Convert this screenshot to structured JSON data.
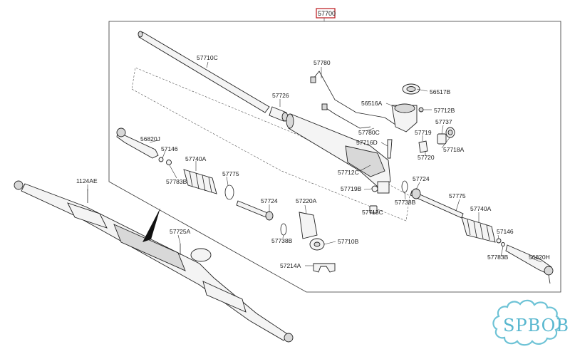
{
  "assembly_label": "57700",
  "watermark_text": "SPBOB",
  "colors": {
    "assembly_box": "#c0262b",
    "watermark": "#58b7cf"
  },
  "callouts": {
    "c57710C": "57710C",
    "c57726": "57726",
    "c57780": "57780",
    "c56517B": "56517B",
    "c56516A": "56516A",
    "c57712B": "57712B",
    "c57780C": "57780C",
    "c57737": "57737",
    "c57719": "57719",
    "c57716D": "57716D",
    "c57718A": "57718A",
    "c57720": "57720",
    "c57712C": "57712C",
    "c56820J": "56820J",
    "c57146_l": "57146",
    "c57740A_l": "57740A",
    "c57783B_l": "57783B",
    "c57775_l": "57775",
    "c1124AE": "1124AE",
    "c57724_c": "57724",
    "c57220A": "57220A",
    "c57724_r": "57724",
    "c57719B": "57719B",
    "c57738B_r": "57738B",
    "c57713C": "57713C",
    "c57775_r": "57775",
    "c57740A_r": "57740A",
    "c57738B_c": "57738B",
    "c57710B": "57710B",
    "c57725A": "57725A",
    "c57214A": "57214A",
    "c57146_r": "57146",
    "c57783B_r": "57783B",
    "c56820H": "56820H"
  }
}
